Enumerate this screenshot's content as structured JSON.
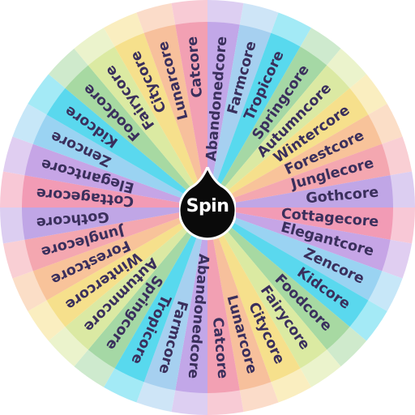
{
  "wheel": {
    "segments": [
      {
        "label": "Abandonedcore",
        "color": "#c2a7e8"
      },
      {
        "label": "Farmcore",
        "color": "#a6d0f0"
      },
      {
        "label": "Tropicore",
        "color": "#58d9ee"
      },
      {
        "label": "Springcore",
        "color": "#a5d8a5"
      },
      {
        "label": "Autumncore",
        "color": "#dbe9a3"
      },
      {
        "label": "Wintercore",
        "color": "#f6e08c"
      },
      {
        "label": "Forestcore",
        "color": "#f8c39a"
      },
      {
        "label": "Junglecore",
        "color": "#f4a7b0"
      },
      {
        "label": "Gothcore",
        "color": "#c0a6e6"
      },
      {
        "label": "Cottagecore",
        "color": "#f29bb5"
      },
      {
        "label": "Elegantcore",
        "color": "#c6a5e6"
      },
      {
        "label": "Zencore",
        "color": "#9ad3f2"
      },
      {
        "label": "Kidcore",
        "color": "#5ad8ee"
      },
      {
        "label": "Foodcore",
        "color": "#a7d9a2"
      },
      {
        "label": "Fairycore",
        "color": "#dbeaa2"
      },
      {
        "label": "Citycore",
        "color": "#f6e08c"
      },
      {
        "label": "Lunarcore",
        "color": "#f7c09c"
      },
      {
        "label": "Catcore",
        "color": "#f2a0b3"
      },
      {
        "label": "Abandonedcore",
        "color": "#c2a7e8"
      },
      {
        "label": "Farmcore",
        "color": "#a6d0f0"
      },
      {
        "label": "Tropicore",
        "color": "#58d9ee"
      },
      {
        "label": "Springcore",
        "color": "#a5d8a5"
      },
      {
        "label": "Autumncore",
        "color": "#dbe9a3"
      },
      {
        "label": "Wintercore",
        "color": "#f6e08c"
      },
      {
        "label": "Forestcore",
        "color": "#f8c39a"
      },
      {
        "label": "Junglecore",
        "color": "#f4a7b0"
      },
      {
        "label": "Gothcore",
        "color": "#c0a6e6"
      },
      {
        "label": "Cottagecore",
        "color": "#f29bb5"
      },
      {
        "label": "Elegantcore",
        "color": "#c6a5e6"
      },
      {
        "label": "Zencore",
        "color": "#9ad3f2"
      },
      {
        "label": "Kidcore",
        "color": "#5ad8ee"
      },
      {
        "label": "Foodcore",
        "color": "#a7d9a2"
      },
      {
        "label": "Fairycore",
        "color": "#dbeaa2"
      },
      {
        "label": "Citycore",
        "color": "#f6e08c"
      },
      {
        "label": "Lunarcore",
        "color": "#f7c09c"
      },
      {
        "label": "Catcore",
        "color": "#f2a0b3"
      }
    ],
    "text_color": "#3a2f5c"
  },
  "spin_button": {
    "label": "Spin",
    "color": "#0a0a0a",
    "icon": "teardrop-pointer-icon"
  }
}
